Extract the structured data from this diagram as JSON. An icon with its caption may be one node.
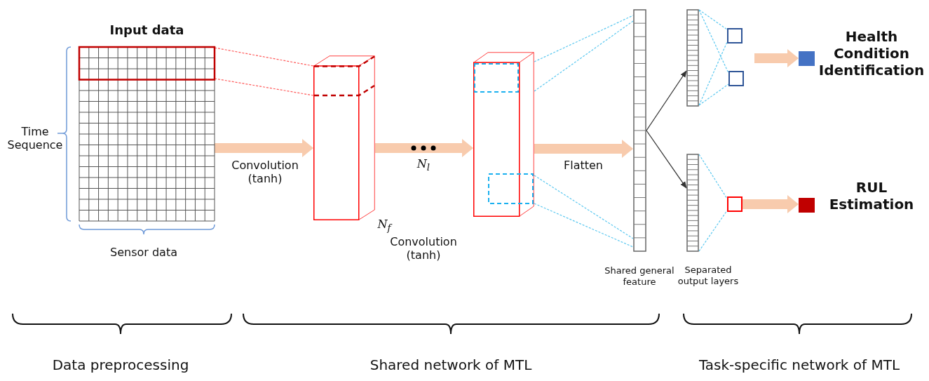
{
  "diagram": {
    "nodes": [
      {
        "text": [
          "Input data"
        ]
      },
      {
        "text": [],
        "shape": "box",
        "beside": [
          "N$_{f}$"
        ]
      },
      {
        "text": [],
        "shape": "box"
      },
      {
        "text": [],
        "shape": "bar",
        "beside": [
          "Shared general feature"
        ]
      },
      {
        "text": [],
        "shape": "bar"
      },
      {
        "text": [],
        "shape": "bar"
      },
      {
        "text": [],
        "shape": "box"
      },
      {
        "text": [],
        "shape": "box"
      },
      {
        "text": [],
        "shape": "box"
      },
      {
        "text": [],
        "shape": "box",
        "beside": [
          "Health Condition Identification"
        ]
      },
      {
        "text": [],
        "shape": "box",
        "beside": [
          "RUL Estimation"
        ]
      }
    ],
    "edges": [
      {
        "from": 0,
        "to": 1,
        "arrow": "to",
        "style": "thick",
        "color": "#f8cbad",
        "label": "Convolution (tanh)"
      },
      {
        "from": 1,
        "to": 2,
        "arrow": "to",
        "style": "thick",
        "color": "#f8cbad",
        "label": "N$_{l}$"
      },
      {
        "from": 2,
        "to": 3,
        "arrow": "to",
        "style": "thick",
        "color": "#f8cbad",
        "label": "Flatten"
      },
      {
        "from": 3,
        "to": 4,
        "arrow": "to",
        "color": "#333333"
      },
      {
        "from": 3,
        "to": 5,
        "arrow": "to",
        "color": "#333333"
      },
      {
        "from": null,
        "to": 9,
        "arrow": "to",
        "style": "thick",
        "color": "#f8cbad"
      },
      {
        "from": 8,
        "to": 10,
        "arrow": "to",
        "style": "thick",
        "color": "#f8cbad"
      },
      {
        "from": 0,
        "to": 1,
        "arrow": "none",
        "style": "dashed",
        "color": "#ff5a5a"
      },
      {
        "from": 0,
        "to": 1,
        "arrow": "none",
        "style": "dashed",
        "color": "#ff5a5a"
      },
      {
        "from": 2,
        "to": 3,
        "arrow": "none",
        "style": "dashed",
        "color": "#5bc8f0"
      },
      {
        "from": 2,
        "to": 3,
        "arrow": "none",
        "style": "dashed",
        "color": "#5bc8f0"
      },
      {
        "from": 2,
        "to": 3,
        "arrow": "none",
        "style": "dashed",
        "color": "#5bc8f0"
      },
      {
        "from": 2,
        "to": 3,
        "arrow": "none",
        "style": "dashed",
        "color": "#5bc8f0"
      },
      {
        "from": 4,
        "to": 6,
        "arrow": "none",
        "style": "dashed",
        "color": "#5bc8f0"
      },
      {
        "from": 4,
        "to": 6,
        "arrow": "none",
        "style": "dashed",
        "color": "#5bc8f0"
      },
      {
        "from": 4,
        "to": 7,
        "arrow": "none",
        "style": "dashed",
        "color": "#5bc8f0"
      },
      {
        "from": 4,
        "to": 7,
        "arrow": "none",
        "style": "dashed",
        "color": "#5bc8f0"
      },
      {
        "from": 5,
        "to": 8,
        "arrow": "none",
        "style": "dashed",
        "color": "#5bc8f0"
      },
      {
        "from": 5,
        "to": 8,
        "arrow": "none",
        "style": "dashed",
        "color": "#5bc8f0"
      }
    ],
    "labels": [
      "Time Sequence",
      "Sensor data",
      "Convolution (tanh)",
      "Separated output layers",
      "Data preprocessing",
      "Shared network of MTL",
      "Task-specific network of MTL"
    ]
  }
}
